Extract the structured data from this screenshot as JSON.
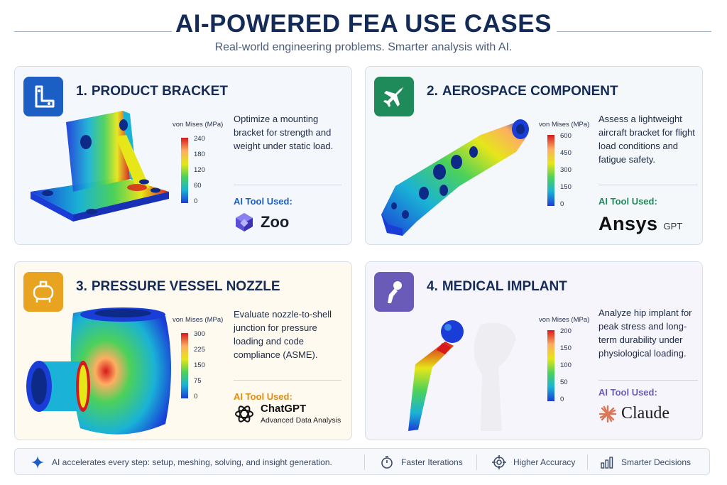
{
  "header": {
    "title": "AI-POWERED FEA USE CASES",
    "subtitle": "Real-world engineering problems. Smarter analysis with AI."
  },
  "cards": [
    {
      "number": "1.",
      "title": "PRODUCT BRACKET",
      "icon": "bracket-icon",
      "legend_title": "von Mises (MPa)",
      "legend_ticks": [
        "240",
        "180",
        "120",
        "60",
        "0"
      ],
      "description": "Optimize a mounting bracket for strength and weight under static load.",
      "tool_label": "AI Tool Used:",
      "tool_name": "Zoo",
      "tool_icon": "zoo-cube-icon"
    },
    {
      "number": "2.",
      "title": "AEROSPACE COMPONENT",
      "icon": "airplane-icon",
      "legend_title": "von Mises (MPa)",
      "legend_ticks": [
        "600",
        "450",
        "300",
        "150",
        "0"
      ],
      "description": "Assess a lightweight aircraft bracket for flight load conditions and fatigue safety.",
      "tool_label": "AI Tool Used:",
      "tool_name": "Ansys",
      "tool_sub": "GPT"
    },
    {
      "number": "3.",
      "title": "PRESSURE VESSEL NOZZLE",
      "icon": "pressure-vessel-icon",
      "legend_title": "von Mises (MPa)",
      "legend_ticks": [
        "300",
        "225",
        "150",
        "75",
        "0"
      ],
      "description": "Evaluate nozzle-to-shell junction for pressure loading and code compliance (ASME).",
      "tool_label": "AI Tool Used:",
      "tool_name": "ChatGPT",
      "tool_sub": "Advanced Data Analysis",
      "tool_icon": "openai-icon"
    },
    {
      "number": "4.",
      "title": "MEDICAL IMPLANT",
      "icon": "hip-implant-icon",
      "legend_title": "von Mises (MPa)",
      "legend_ticks": [
        "200",
        "150",
        "100",
        "50",
        "0"
      ],
      "description": "Analyze hip implant for peak stress and long-term durability under physiological loading.",
      "tool_label": "AI Tool Used:",
      "tool_name": "Claude",
      "tool_icon": "claude-starburst-icon"
    }
  ],
  "footer": {
    "main": "AI accelerates every step: setup, meshing, solving, and insight generation.",
    "items": [
      "Faster Iterations",
      "Higher Accuracy",
      "Smarter Decisions"
    ]
  },
  "colors": {
    "navy": "#142a57",
    "blue": "#1c5fc4",
    "green": "#1f8a5a",
    "orange": "#e8a320",
    "purple": "#6a5bb8"
  }
}
